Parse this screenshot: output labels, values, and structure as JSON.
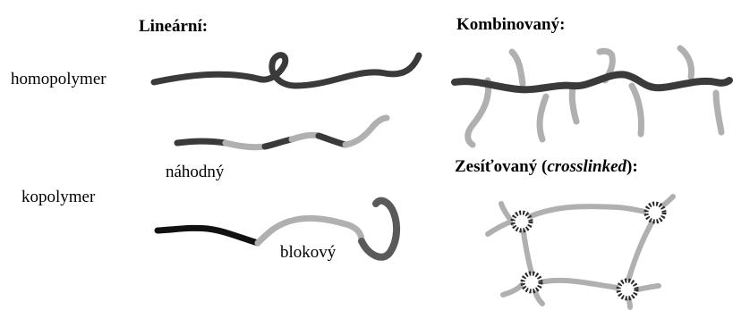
{
  "headings": {
    "linear": "Lineární:",
    "combined": "Kombinovaný:",
    "crosslinked_prefix": "Zesíťovaný (",
    "crosslinked_term": "crosslinked",
    "crosslinked_suffix": "):"
  },
  "labels": {
    "homopolymer": "homopolymer",
    "copolymer": "kopolymer",
    "random": "náhodný",
    "block": "blokový"
  },
  "colors": {
    "dark": "#3a3a3a",
    "black": "#111111",
    "light": "#b0b0b0",
    "mid": "#5a5a5a",
    "node_stripe": "#2a2a2a"
  }
}
